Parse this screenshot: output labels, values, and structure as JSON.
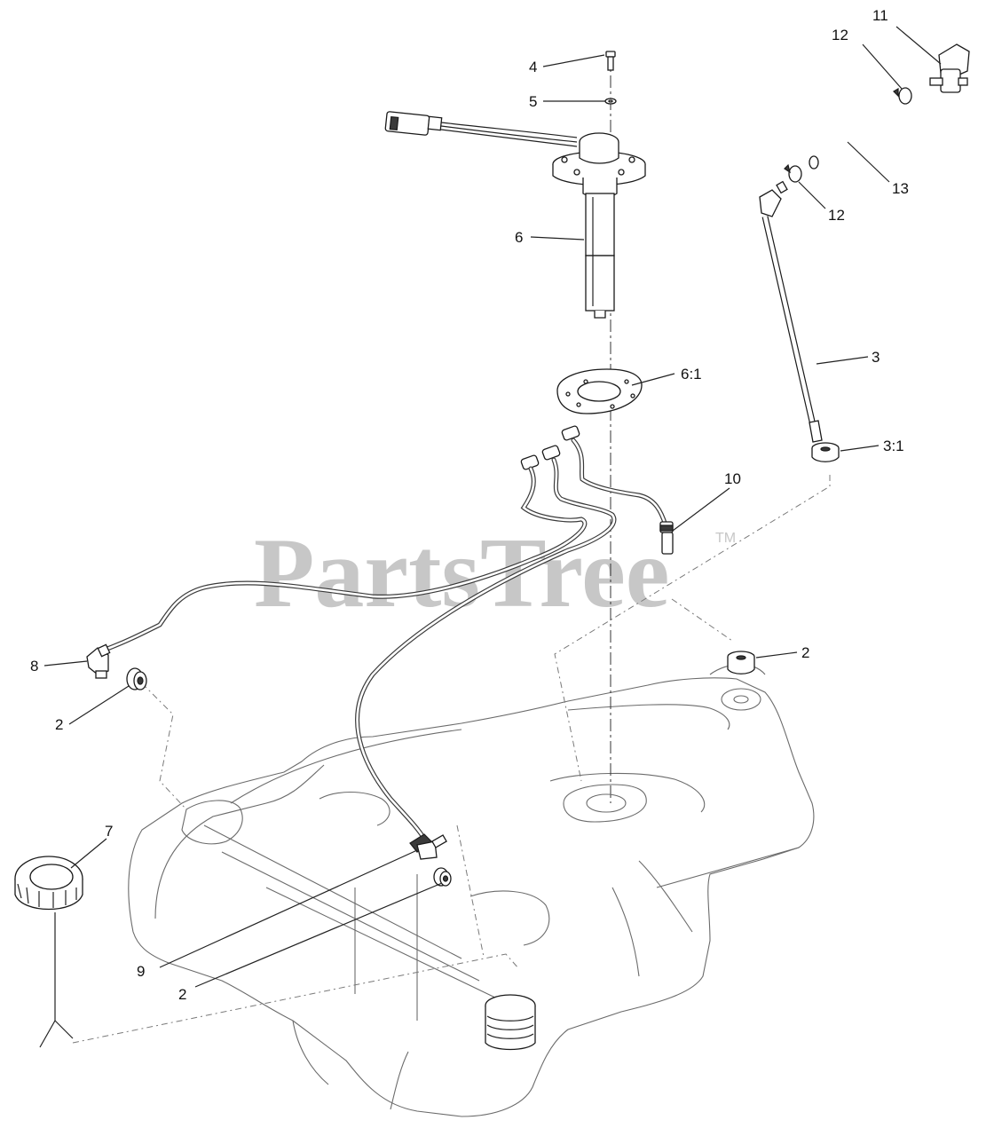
{
  "watermark": {
    "text": "PartsTree",
    "mark": "TM"
  },
  "callouts": [
    {
      "id": "c4",
      "label": "4"
    },
    {
      "id": "c5",
      "label": "5"
    },
    {
      "id": "c6",
      "label": "6"
    },
    {
      "id": "c6-1",
      "label": "6:1"
    },
    {
      "id": "c11",
      "label": "11"
    },
    {
      "id": "c12a",
      "label": "12"
    },
    {
      "id": "c13",
      "label": "13"
    },
    {
      "id": "c12b",
      "label": "12"
    },
    {
      "id": "c3",
      "label": "3"
    },
    {
      "id": "c3-1",
      "label": "3:1"
    },
    {
      "id": "c10",
      "label": "10"
    },
    {
      "id": "c2a",
      "label": "2"
    },
    {
      "id": "c8",
      "label": "8"
    },
    {
      "id": "c2b",
      "label": "2"
    },
    {
      "id": "c7",
      "label": "7"
    },
    {
      "id": "c9",
      "label": "9"
    },
    {
      "id": "c2c",
      "label": "2"
    }
  ],
  "parts": [
    {
      "name": "screw-part"
    },
    {
      "name": "washer-part"
    },
    {
      "name": "fuel-sender-part"
    },
    {
      "name": "sender-gasket-part"
    },
    {
      "name": "fuel-shutoff-valve-part"
    },
    {
      "name": "hose-clamp-part"
    },
    {
      "name": "fuel-hose-part"
    },
    {
      "name": "fuel-pickup-tube-part"
    },
    {
      "name": "pickup-grommet-part"
    },
    {
      "name": "vent-elbow-part"
    },
    {
      "name": "grommet-part"
    },
    {
      "name": "vent-fitting-part"
    },
    {
      "name": "fuel-cap-part"
    },
    {
      "name": "vent-tube-fitting-part"
    },
    {
      "name": "fuel-tank-part"
    }
  ]
}
